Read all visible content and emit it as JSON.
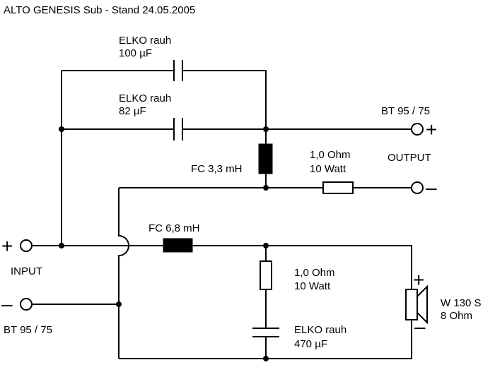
{
  "title": "ALTO GENESIS Sub - Stand 24.05.2005",
  "caps": {
    "c1": {
      "type": "ELKO rauh",
      "value": "100 µF"
    },
    "c2": {
      "type": "ELKO rauh",
      "value": "82 µF"
    },
    "c3": {
      "type": "ELKO rauh",
      "value": "470 µF"
    }
  },
  "coils": {
    "l1": "FC 3,3 mH",
    "l2": "FC 6,8 mH"
  },
  "resistors": {
    "r1": {
      "value": "1,0 Ohm",
      "power": "10 Watt"
    },
    "r2": {
      "value": "1,0 Ohm",
      "power": "10 Watt"
    }
  },
  "output": {
    "amp": "BT 95 / 75",
    "label": "OUTPUT",
    "plus": "+",
    "minus": "–"
  },
  "input": {
    "label": "INPUT",
    "amp": "BT 95 / 75",
    "plus": "+",
    "minus": "–"
  },
  "speaker": {
    "model": "W 130 S",
    "impedance": "8 Ohm",
    "plus": "+",
    "minus": "–"
  }
}
